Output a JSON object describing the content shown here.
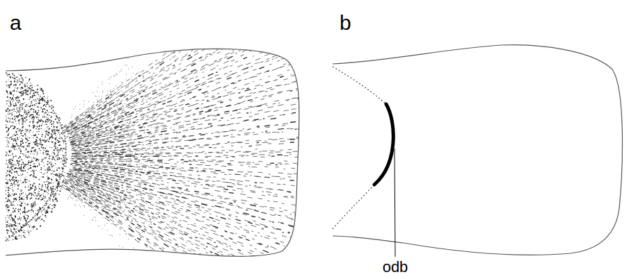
{
  "diagram": {
    "labels": [
      "a",
      "b",
      "odb"
    ]
  }
}
